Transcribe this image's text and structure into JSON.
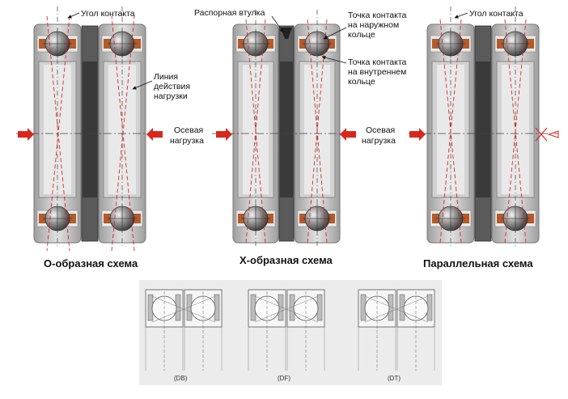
{
  "top": {
    "o_scheme": {
      "caption": "О-образная схема",
      "contact_angle": "Угол контакта",
      "load_line": [
        "Линия",
        "действия",
        "нагрузки"
      ]
    },
    "axial_load_1": [
      "Осевая",
      "нагрузка"
    ],
    "x_scheme": {
      "caption": "Х-образная схема",
      "spacer": "Распорная втулка",
      "outer_contact": [
        "Точка контакта",
        "на наружном",
        "кольце"
      ],
      "inner_contact": [
        "Точка контакта",
        "на внутреннем",
        "кольце"
      ]
    },
    "axial_load_2": [
      "Осевая",
      "нагрузка"
    ],
    "parallel_scheme": {
      "caption": "Параллельная схема",
      "contact_angle": "Угол контакта"
    }
  },
  "bottom": {
    "labels": [
      "(DB)",
      "(DF)",
      "(DT)"
    ]
  },
  "colors": {
    "ring": "#c4c4c4",
    "ring_dark": "#8d8d8d",
    "separator": "#3a3a3a",
    "cage": "#b55a2a",
    "arrow": "#d8281e",
    "dash_red": "#d8281e"
  }
}
